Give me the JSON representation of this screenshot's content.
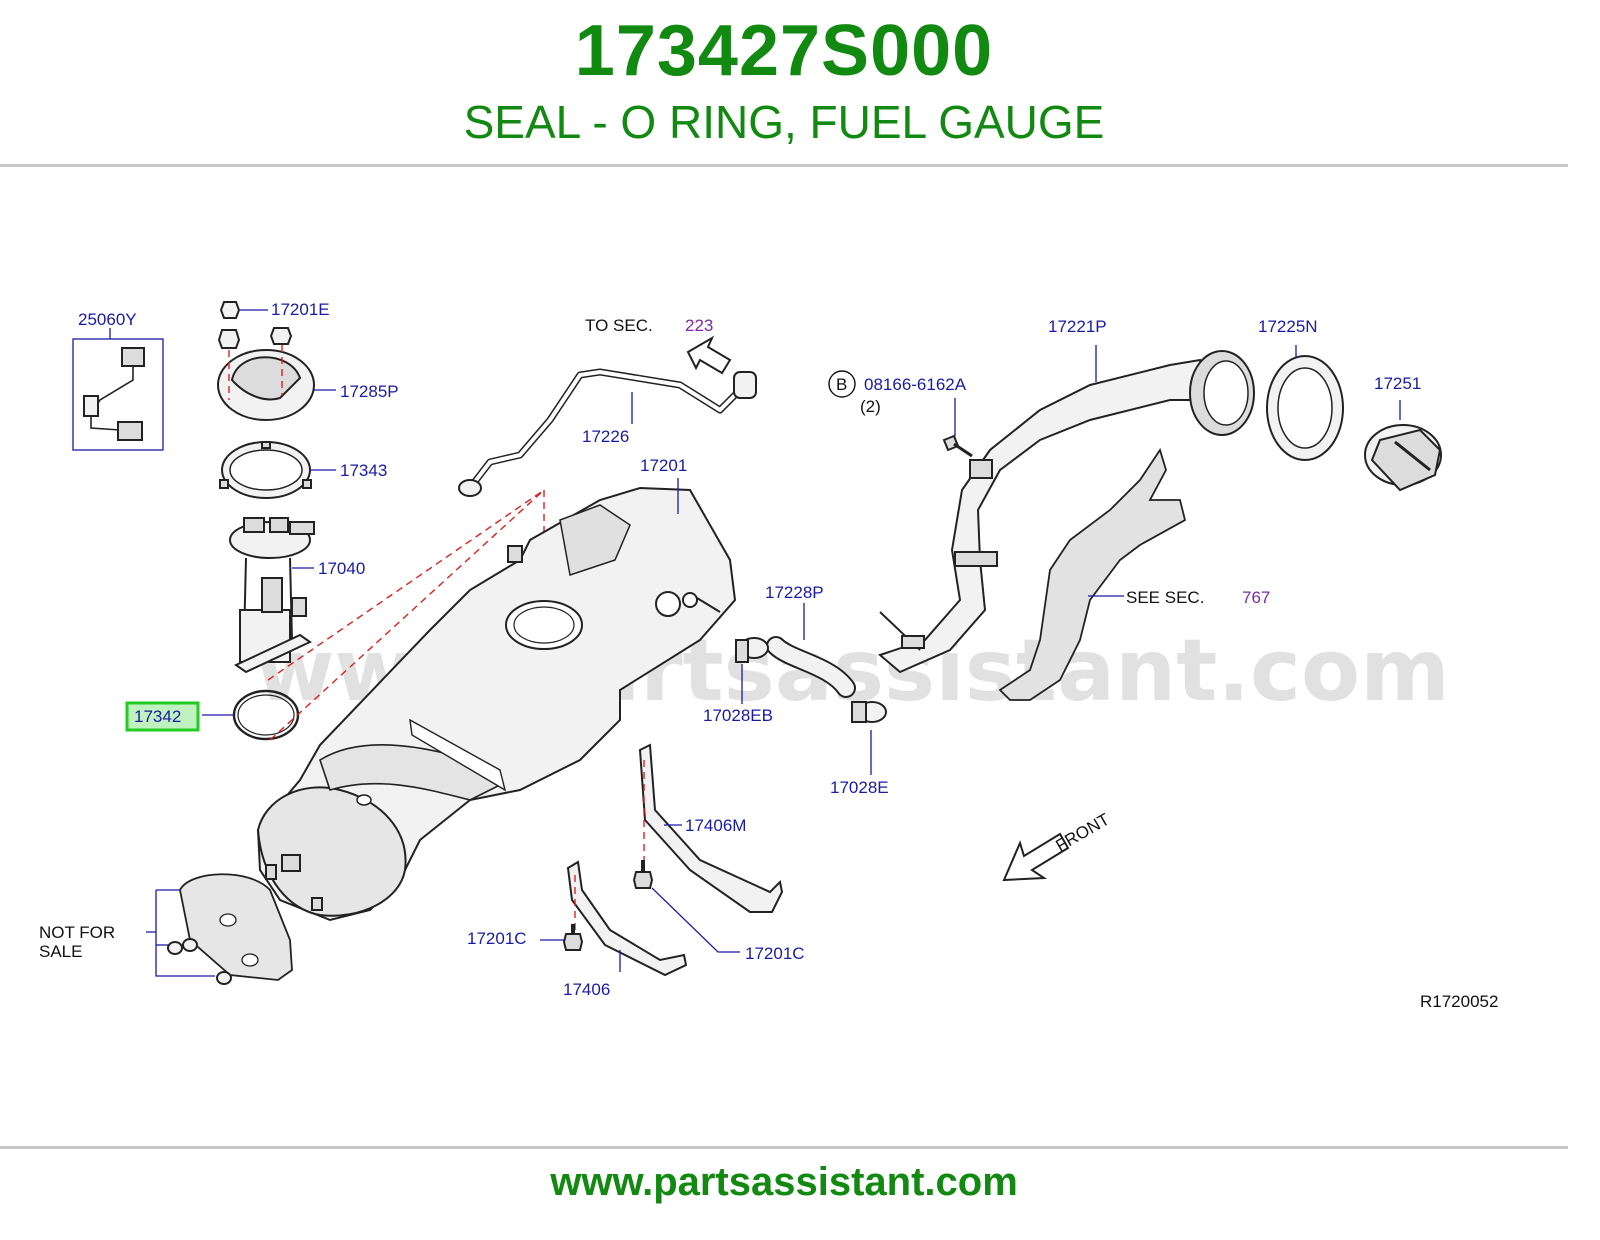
{
  "header": {
    "part_number": "173427S000",
    "description": "SEAL - O RING, FUEL GAUGE"
  },
  "footer": {
    "url": "www.partsassistant.com"
  },
  "watermark": "www.partsassistant.com",
  "diagram": {
    "labels": {
      "p25060Y": "25060Y",
      "p17201E": "17201E",
      "p17285P": "17285P",
      "p17343": "17343",
      "p17040": "17040",
      "p17342": "17342",
      "to_sec_prefix": "TO SEC.",
      "to_sec_number": "223",
      "p17226": "17226",
      "p17201": "17201",
      "bolt_circle": "B",
      "bolt_part": "08166-6162A",
      "bolt_qty": "(2)",
      "p17221P": "17221P",
      "p17225N": "17225N",
      "p17251": "17251",
      "p17228P": "17228P",
      "see_sec_prefix": "SEE SEC.",
      "see_sec_number": "767",
      "p17028EB": "17028EB",
      "p17028E": "17028E",
      "p17406M": "17406M",
      "front": "FRONT",
      "p17201C_left": "17201C",
      "p17201C_right": "17201C",
      "p17406": "17406",
      "not_for_sale_line1": "NOT FOR",
      "not_for_sale_line2": "SALE",
      "drawing_ref": "R1720052"
    },
    "highlighted_part": "17342",
    "colors": {
      "title_green": "#128a12",
      "label_blue": "#1a1aa8",
      "section_purple": "#7a2aa8",
      "highlight_green": "#22cc22",
      "dashed_red": "#e02020"
    }
  }
}
